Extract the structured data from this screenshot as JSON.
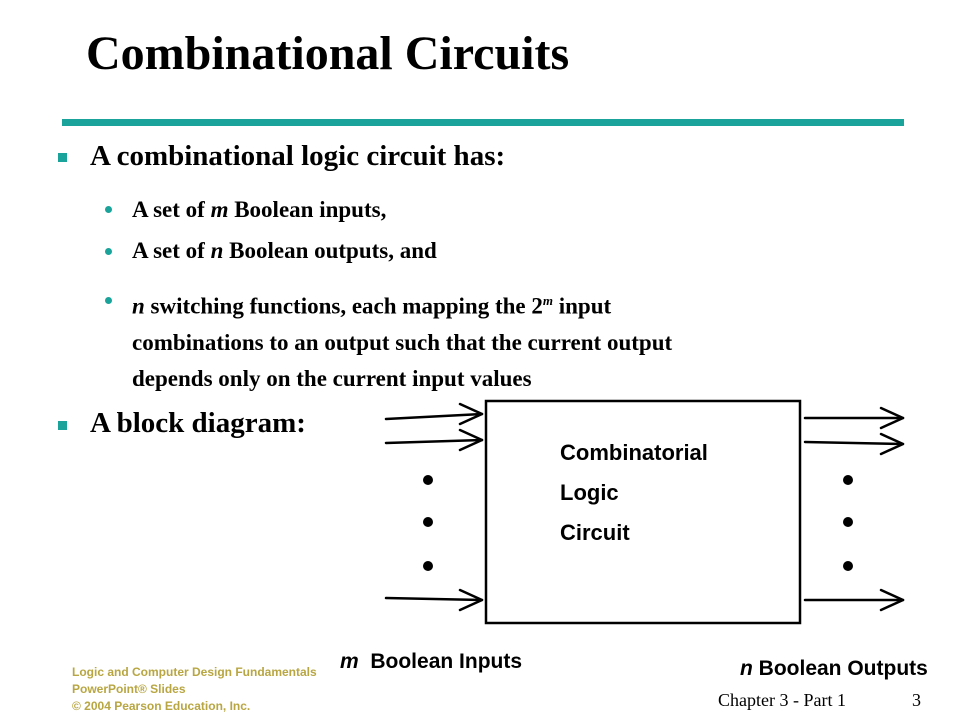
{
  "slide": {
    "title": "Combinational Circuits",
    "accent_color": "#1aa39a",
    "bullets": [
      {
        "text": "A combinational logic circuit has:"
      },
      {
        "text": "A block diagram:"
      }
    ],
    "sub_bullets": [
      {
        "var": "m",
        "pre": "A set of ",
        "post": " Boolean inputs,"
      },
      {
        "var": "n",
        "pre": "A set of ",
        "post": " Boolean outputs, and"
      },
      {
        "var": "n",
        "line1_rest": " switching functions, each mapping the 2",
        "sup": "m",
        "line1_end": " input",
        "line2": "combinations to an output such that the current output",
        "line3": "depends only on the current input values"
      }
    ]
  },
  "diagram": {
    "box_lines": [
      "Combinatorial",
      "Logic",
      "Circuit"
    ],
    "inputs_var": "m",
    "inputs_label": "Boolean Inputs",
    "outputs_var": "n",
    "outputs_label": "Boolean Outputs"
  },
  "footer": {
    "logo_lines": [
      "Logic and Computer Design Fundamentals",
      "PowerPoint® Slides",
      "© 2004 Pearson Education, Inc."
    ],
    "chapter": "Chapter 3 - Part 1",
    "page": "3"
  }
}
